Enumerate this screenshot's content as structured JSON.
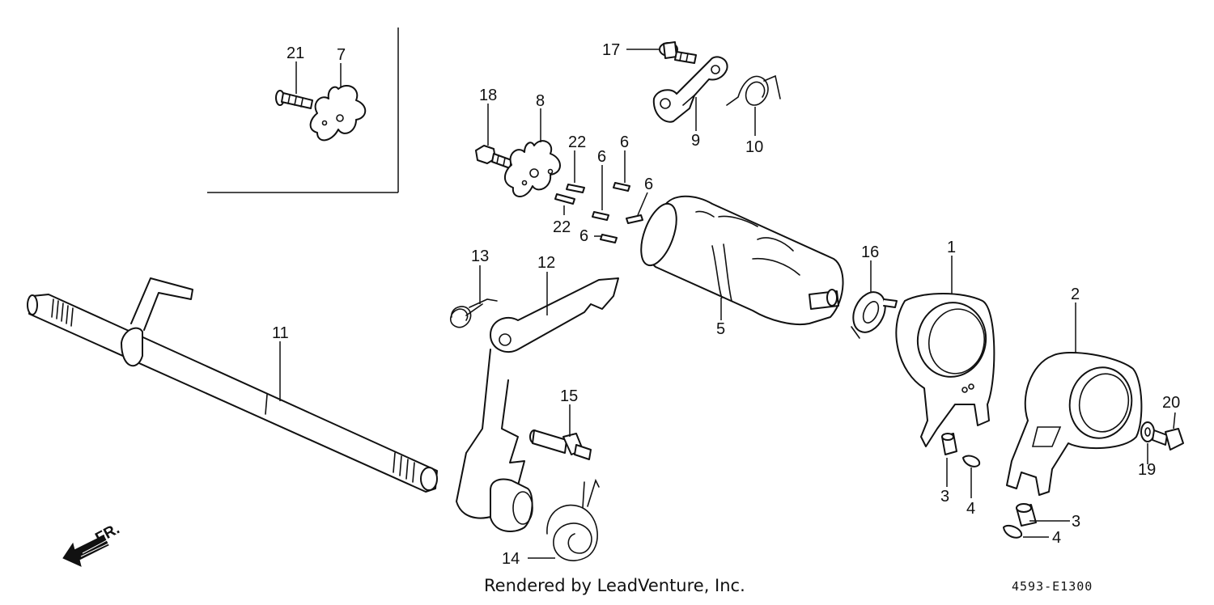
{
  "diagram": {
    "credit": "Rendered by LeadVenture, Inc.",
    "code": "4593-E1300",
    "direction_label": "FR.",
    "callouts": {
      "c1": "1",
      "c2": "2",
      "c3a": "3",
      "c3b": "3",
      "c4a": "4",
      "c4b": "4",
      "c5": "5",
      "c6a": "6",
      "c6b": "6",
      "c6c": "6",
      "c6d": "6",
      "c7": "7",
      "c8": "8",
      "c9": "9",
      "c10": "10",
      "c11": "11",
      "c12": "12",
      "c13": "13",
      "c14": "14",
      "c15": "15",
      "c16": "16",
      "c17": "17",
      "c18": "18",
      "c19": "19",
      "c20": "20",
      "c21": "21",
      "c22a": "22",
      "c22b": "22"
    }
  }
}
